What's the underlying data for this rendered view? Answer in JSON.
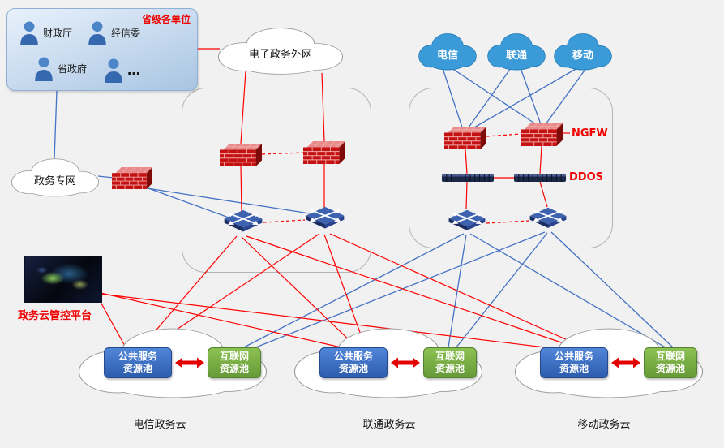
{
  "org_box": {
    "title": "省级各单位",
    "users": [
      {
        "label": "财政厅"
      },
      {
        "label": "经信委"
      },
      {
        "label": "省政府"
      },
      {
        "label": "…"
      }
    ]
  },
  "clouds": {
    "egov_extranet": "电子政务外网",
    "gov_private_net": "政务专网",
    "isp_telecom": "电信",
    "isp_unicom": "联通",
    "isp_mobile": "移动"
  },
  "security_zone": {
    "ngfw_label": "NGFW",
    "ddos_label": "DDOS"
  },
  "platform": {
    "label": "政务云管控平台"
  },
  "bottom_clouds": [
    {
      "public_pool": "公共服务\n资源池",
      "internet_pool": "互联网\n资源池",
      "caption": "电信政务云"
    },
    {
      "public_pool": "公共服务\n资源池",
      "internet_pool": "互联网\n资源池",
      "caption": "联通政务云"
    },
    {
      "public_pool": "公共服务\n资源池",
      "internet_pool": "互联网\n资源池",
      "caption": "移动政务云"
    }
  ],
  "colors": {
    "background": "#f1f1f1",
    "red_link": "#ff0000",
    "blue_link": "#4472c4",
    "accent_red": "#f00000",
    "pool_blue": "#2d5cae",
    "pool_green": "#72a63f",
    "cloud_blue": "#3b9ad8"
  }
}
